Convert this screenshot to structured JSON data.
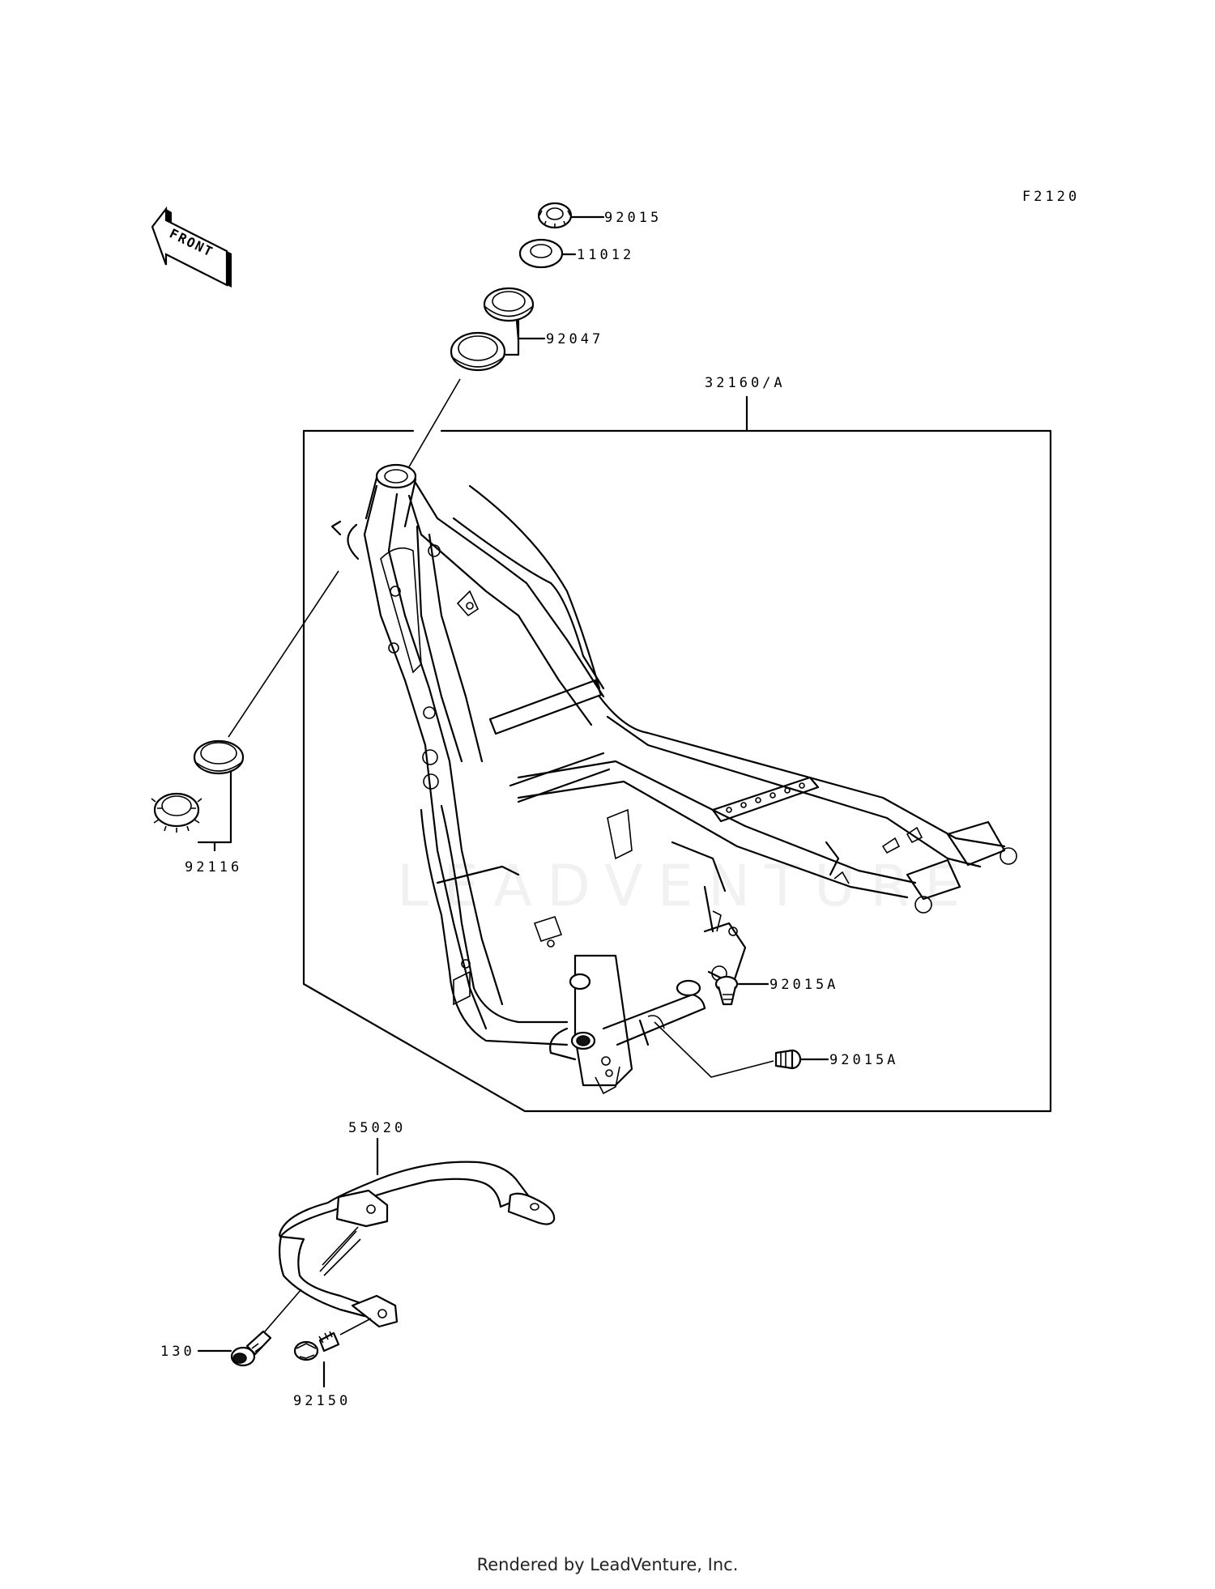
{
  "diagram_code": "F2120",
  "front_label": "FRONT",
  "watermark": "LEADVENTURE",
  "parts": {
    "p92015": "92015",
    "p11012": "11012",
    "p92047": "92047",
    "p32160": "32160/A",
    "p92116": "92116",
    "p92015a_1": "92015A",
    "p92015a_2": "92015A",
    "p55020": "55020",
    "p130": "130",
    "p92150": "92150"
  },
  "footer": "Rendered by LeadVenture, Inc."
}
